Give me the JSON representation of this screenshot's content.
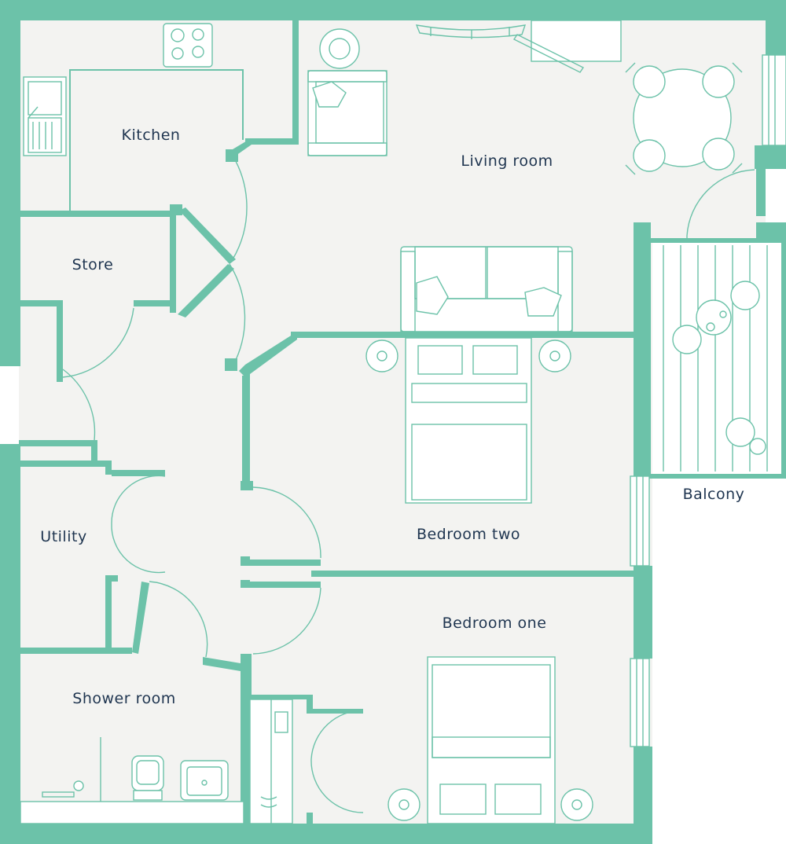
{
  "floorplan": {
    "colors": {
      "wall": "#6cc2a9",
      "floor": "#f3f3f1",
      "furniture_line": "#6cc2a9",
      "label": "#1f3550"
    },
    "rooms": {
      "kitchen": "Kitchen",
      "living_room": "Living room",
      "store": "Store",
      "utility": "Utility",
      "bedroom_two": "Bedroom two",
      "bedroom_one": "Bedroom one",
      "shower_room": "Shower room",
      "balcony": "Balcony"
    },
    "icons": [
      "hob-icon",
      "sink-icon",
      "armchair-icon",
      "side-table-icon",
      "desk-icon",
      "dining-table-icon",
      "dining-chair-icon",
      "sofa-icon",
      "cushion-icon",
      "double-bed-icon",
      "bedside-lamp-icon",
      "wardrobe-icon",
      "toilet-icon",
      "basin-icon",
      "shower-icon",
      "plant-icon",
      "bistro-table-icon",
      "window-icon",
      "door-swing-icon"
    ]
  }
}
